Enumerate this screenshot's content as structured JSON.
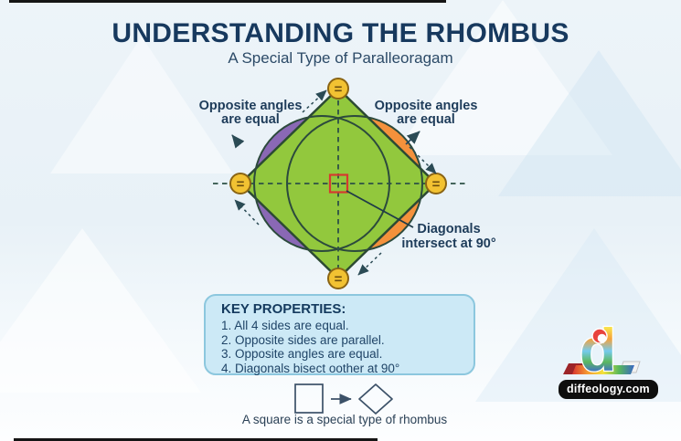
{
  "header": {
    "title": "UNDERSTANDING THE RHOMBUS",
    "subtitle": "A Special Type of Paralleoragam"
  },
  "diagram": {
    "labels": {
      "left_angles_line1": "Opposite angles",
      "left_angles_line2": "are equal",
      "right_angles_line1": "Opposite angles",
      "right_angles_line2": "are equal",
      "diagonals_line1": "Diagonals",
      "diagonals_line2": "intersect at 90°"
    },
    "vertex_symbol": "=",
    "colors": {
      "rhombus_green": "#92c83d",
      "left_segments_purple": "#8a68b5",
      "right_segments_orange": "#f4913c",
      "vertex_marker_yellow": "#f2c232",
      "center_square_red": "#d63a2f",
      "outline_dark": "#2c4a3d"
    }
  },
  "key_properties": {
    "heading": "KEY PROPERTIES:",
    "items": [
      "1. All 4 sides are equal.",
      "2. Opposite sides are parallel.",
      "3. Opposite angles are equal.",
      "4. Diagonals bisect oother at 90°"
    ]
  },
  "square_note": {
    "caption": "A square is a special type of rhombus"
  },
  "watermark": {
    "site": "diffeology.com",
    "logo_letter": "d"
  }
}
